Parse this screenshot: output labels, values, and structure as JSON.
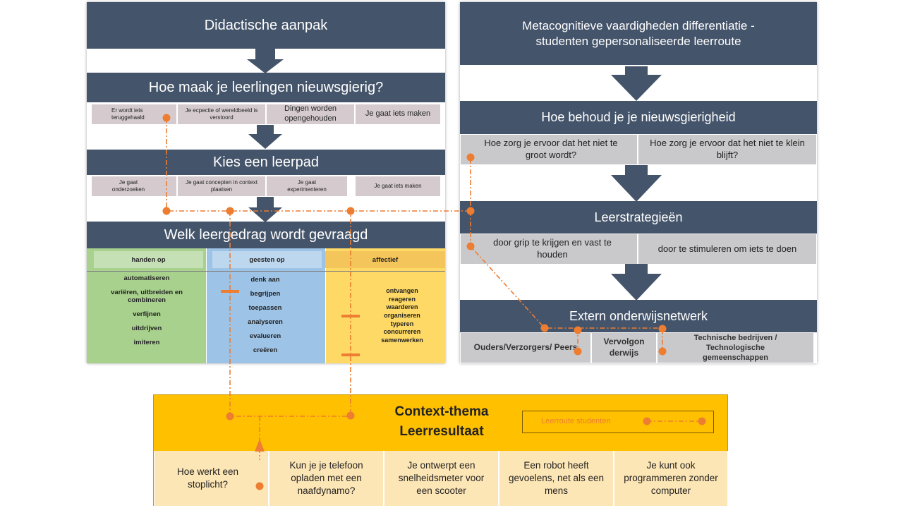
{
  "left": {
    "didactiek": "Didactische aanpak",
    "nieuwsgierig": {
      "title": "Hoe maak je leerlingen nieuwsgierig?",
      "items": [
        "Er wordt iets teruggehaald",
        "Je ecpectie of wereldbeeld is verstoord",
        "Dingen worden opengehouden",
        "Je gaat iets maken"
      ]
    },
    "leerpad": {
      "title": "Kies een leerpad",
      "items": [
        "Je gaat onderzoeken",
        "Je gaat concepten in context plaatsen",
        "Je gaat experimenteren",
        "Je gaat iets maken"
      ]
    },
    "leergedrag": {
      "title": "Welk leergedrag wordt gevraagd",
      "columns": [
        {
          "header": "handen op",
          "items": [
            "automatiseren",
            "variëren, uitbreiden en combineren",
            "verfijnen",
            "uitdrijven",
            "imiteren"
          ]
        },
        {
          "header": "geesten op",
          "items": [
            "denk aan",
            "begrijpen",
            "toepassen",
            "analyseren",
            "evalueren",
            "creëren"
          ]
        },
        {
          "header": "affectief",
          "items": [
            "ontvangen",
            "reageren",
            "waarderen",
            "organiseren",
            "typeren",
            "concurreren",
            "samenwerken"
          ]
        }
      ]
    }
  },
  "right": {
    "meta": "Metacognitieve vaardigheden differentiatie - studenten gepersonaliseerde leerroute",
    "behoud": {
      "title": "Hoe behoud je je nieuwsgierigheid",
      "items": [
        "Hoe zorg je ervoor dat het niet te groot wordt?",
        "Hoe zorg je ervoor dat het niet te klein blijft?"
      ]
    },
    "strategie": {
      "title": "Leerstrategieën",
      "items": [
        "door grip te krijgen en vast te houden",
        "door te stimuleren om iets te doen"
      ]
    },
    "netwerk": {
      "title": "Extern onderwijsnetwerk",
      "items": [
        "Ouders/Verzorgers/ Peers",
        "Vervolgon derwijs",
        "Technische bedrijven / Technologische gemeenschappen"
      ]
    }
  },
  "context": {
    "title_line1": "Context-thema",
    "title_line2": "Leerresultaat",
    "legend_label": "Leerroute studenten",
    "themes": [
      "Hoe werkt een stoplicht?",
      "Kun je je telefoon opladen met een naafdynamo?",
      "Je ontwerpt een snelheidsmeter voor een scooter",
      "Een robot heeft gevoelens, net als een mens",
      "Je kunt ook programmeren zonder computer"
    ]
  },
  "colors": {
    "header_bg": "#44546a",
    "route": "#ed7d31",
    "green": "#a9d18e",
    "blue": "#9dc3e6",
    "yellow": "#ffd966",
    "gold": "#ffc000"
  }
}
